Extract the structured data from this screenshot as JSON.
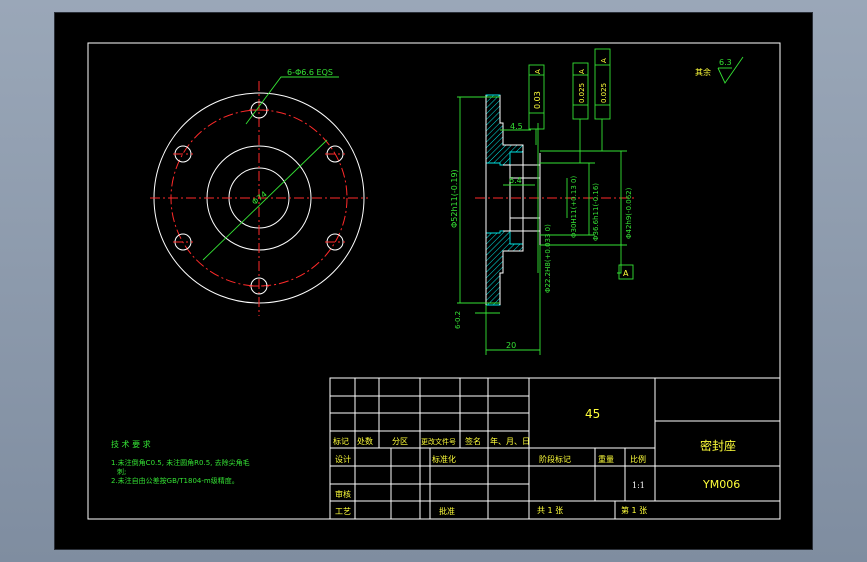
{
  "colors": {
    "background": "#000000",
    "border": "#ffffff",
    "centerline": "#ff2a2a",
    "dimension": "#34e234",
    "section": "#00e5e5",
    "text_yellow": "#ffff3a"
  },
  "plan_view": {
    "holes_callout": "6-Φ6.6 EQS",
    "pcd_label": "Φ74"
  },
  "section_view": {
    "flatness": "0.03",
    "flatness_datum": "A",
    "dim_4_5": "4.5",
    "dim_6_4": "6.4",
    "dia_52": "Φ52h11(-0.19)",
    "dia_bore": "Φ30H11(+0.13 0)",
    "dia_36": "Φ36.6h11(-0.16)",
    "dia_42": "Φ42h9(-0.062)",
    "dia_22": "Φ22.2H8(+0.033 0)",
    "dim_6": "6-0.2",
    "dim_20": "20",
    "runout_1_value": "0.025",
    "runout_1_datum": "A",
    "runout_2_value": "0.025",
    "runout_2_datum": "A",
    "datum_letter": "A"
  },
  "roughness": {
    "prefix": "其余",
    "value": "6.3"
  },
  "notes": {
    "title": "技 术 要 求",
    "line1": "1.未注倒角C0.5, 未注圆角R0.5, 去除尖角毛",
    "line1b": "刺;",
    "line2": "2.未注自由公差按GB/T1804-m级精度。"
  },
  "title_block": {
    "row_labels": [
      "标记",
      "处数",
      "分区",
      "更改文件号",
      "签名",
      "年、月、日"
    ],
    "design": "设计",
    "standard": "标准化",
    "review": "审核",
    "process": "工艺",
    "approve": "批准",
    "material": "45",
    "stage_mark": "阶段标记",
    "weight": "重量",
    "scale_label": "比例",
    "scale": "1:1",
    "total_sheets": "共 1 张",
    "sheet_no": "第 1 张",
    "part_name": "密封座",
    "drawing_no": "YM006"
  }
}
